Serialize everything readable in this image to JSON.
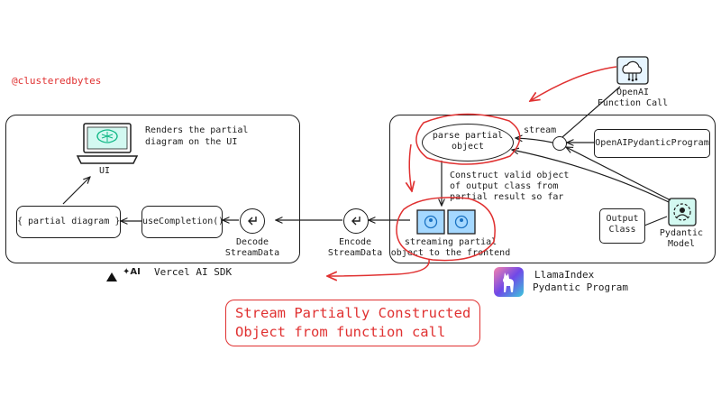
{
  "handle": "@clusteredbytes",
  "left_panel": {
    "ui_caption": "UI",
    "renders_note": [
      "Renders the partial",
      "diagram on the UI"
    ],
    "partial_diagram_label": "{ partial diagram }",
    "use_completion_label": "useCompletion()",
    "decode_label": [
      "Decode",
      "StreamData"
    ]
  },
  "vercel": {
    "ai_mark": "AI",
    "sdk_label": "Vercel AI SDK"
  },
  "encode_label": [
    "Encode",
    "StreamData"
  ],
  "right_panel": {
    "parse_label": [
      "parse partial",
      "object"
    ],
    "stream_label": "stream",
    "openai_program_label": "OpenAIPydanticProgram",
    "construct_note": [
      "Construct valid object",
      "of output class from",
      "partial result so far"
    ],
    "streaming_label": [
      "streaming partial",
      "object to the frontend"
    ],
    "output_class_label": [
      "Output",
      "Class"
    ],
    "pydantic_model_label": [
      "Pydantic",
      "Model"
    ]
  },
  "openai": {
    "label": [
      "OpenAI",
      "Function Call"
    ]
  },
  "llamaindex": {
    "label": [
      "LlamaIndex",
      "Pydantic Program"
    ]
  },
  "callout": {
    "lines": [
      "Stream Partially Constructed",
      "Object from function call"
    ]
  },
  "colors": {
    "accent_red": "#e03131",
    "stroke": "#1e1e1e",
    "teal_fill": "#d3f9f1",
    "blue_fill": "#a5d8ff",
    "llama_bg": "#3b1e6e"
  }
}
